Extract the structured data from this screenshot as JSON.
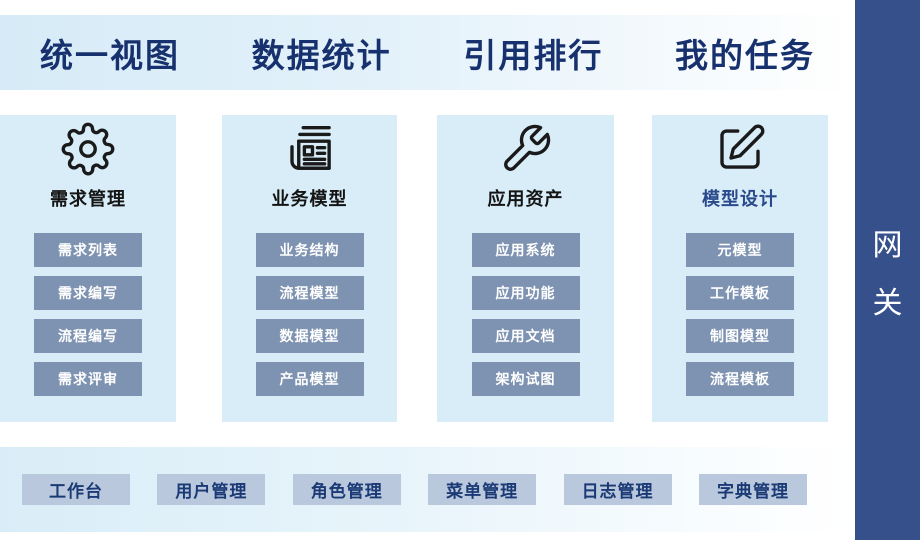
{
  "colors": {
    "band_blue": "#d6ebf7",
    "card_blue": "#d8edf8",
    "card_button_slate": "#7e93b1",
    "footer_button_blue": "#b9c8dc",
    "gateway_bar_navy": "#35508a",
    "nav_text_navy": "#16316d",
    "card4_title_blue": "#2b4a8c"
  },
  "header": {
    "items": [
      {
        "label": "统一视图"
      },
      {
        "label": "数据统计"
      },
      {
        "label": "引用排行"
      },
      {
        "label": "我的任务"
      }
    ]
  },
  "gateway": {
    "label": "网关"
  },
  "cards": [
    {
      "title": "需求管理",
      "icon": "gear-icon",
      "buttons": [
        "需求列表",
        "需求编写",
        "流程编写",
        "需求评审"
      ]
    },
    {
      "title": "业务模型",
      "icon": "newspaper-icon",
      "buttons": [
        "业务结构",
        "流程模型",
        "数据模型",
        "产品模型"
      ]
    },
    {
      "title": "应用资产",
      "icon": "wrench-icon",
      "buttons": [
        "应用系统",
        "应用功能",
        "应用文档",
        "架构试图"
      ]
    },
    {
      "title": "模型设计",
      "icon": "edit-icon",
      "buttons": [
        "元模型",
        "工作模板",
        "制图模型",
        "流程模板"
      ]
    }
  ],
  "footer": {
    "items": [
      "工作台",
      "用户管理",
      "角色管理",
      "菜单管理",
      "日志管理",
      "字典管理"
    ]
  }
}
